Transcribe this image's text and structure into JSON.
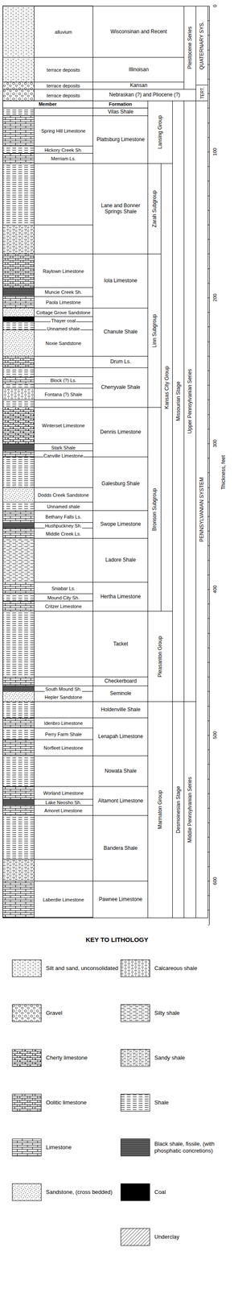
{
  "diagram": {
    "nodes": [
      {
        "text": [
          "Wisconsinan and Recent"
        ]
      },
      {
        "text": [
          "Illinoisan"
        ]
      },
      {
        "text": [
          "Kansan"
        ]
      },
      {
        "text": [
          "Nebraskan (?) and Pliocene (?)"
        ]
      },
      {
        "text": [
          "Vilas Shale"
        ]
      },
      {
        "text": [
          "Plattsburg Limestone"
        ]
      },
      {
        "text": [
          "Lane and Bonner Springs Shale"
        ]
      },
      {
        "text": [
          "Iola Limestone"
        ]
      },
      {
        "text": [
          "Chanute Shale"
        ]
      },
      {
        "text": [
          "Drum Ls."
        ]
      },
      {
        "text": [
          "Cherryvale Shale"
        ]
      },
      {
        "text": [
          "Dennis Limestone"
        ]
      },
      {
        "text": [
          "Galesburg Shale"
        ]
      },
      {
        "text": [
          "Swope Limestone"
        ]
      },
      {
        "text": [
          "Ladore Shale"
        ]
      },
      {
        "text": [
          "Hertha Limestone"
        ]
      },
      {
        "text": [
          "Tacket"
        ]
      },
      {
        "text": [
          "Checkerboard"
        ]
      },
      {
        "text": [
          "Seminole"
        ]
      },
      {
        "text": [
          "Holdenville Shale"
        ]
      },
      {
        "text": [
          "Lenapah Limestone"
        ]
      },
      {
        "text": [
          "Nowata Shale"
        ]
      },
      {
        "text": [
          "Altamont Limestone"
        ]
      },
      {
        "text": [
          "Bandera Shale"
        ]
      },
      {
        "text": [
          "Pawnee Limestone"
        ]
      },
      {
        "text": [
          "Lansing Group"
        ]
      },
      {
        "text": [
          "Zarah Subgroup"
        ]
      },
      {
        "text": [
          "Linn Subgroup"
        ]
      },
      {
        "text": [
          "Bronson Subgroup"
        ]
      },
      {
        "text": [
          "Kansas City Group"
        ]
      },
      {
        "text": [
          "Pleasanton Group"
        ]
      },
      {
        "text": [
          "Marmaton Group"
        ]
      },
      {
        "text": [
          "Missourian Stage"
        ]
      },
      {
        "text": [
          "Desmoinesian Stage"
        ]
      },
      {
        "text": [
          "Pleistocene Series"
        ]
      },
      {
        "text": [
          "Upper Pennsylvanian Series"
        ]
      },
      {
        "text": [
          "Middle Pennsylvanian Series"
        ]
      },
      {
        "text": [
          "QUATERNARY SYS."
        ]
      },
      {
        "text": [
          "TERT."
        ]
      },
      {
        "text": [
          "PENNSYLVANIAN SYSTEM"
        ]
      }
    ],
    "labels": [
      "Member",
      "Formation",
      "alluvium",
      "terrace deposits",
      "terrace deposits",
      "terrace deposits",
      "Spring Hill Limestone",
      "Hickory Creek Sh.",
      "Merriam Ls.",
      "Raytown Limestone",
      "Muncie Creek Sh.",
      "Paola Limestone",
      "Cottage Grove Sandstone",
      "Thayer coal",
      "Unnamed shale",
      "Noxie Sandstone",
      "Block (?) Ls.",
      "Fontana (?) Shale",
      "Winterset Limestone",
      "Stark Shale",
      "Canville Limestone",
      "Dodds Creek Sandstone",
      "Unnamed shale",
      "Bethany Falls Ls.",
      "Hushpuckney Sh.",
      "Middle Creek Ls.",
      "Sniabar Ls.",
      "Mound City Sh.",
      "Critzer Limestone",
      "South Mound Sh.",
      "Hepler Sandstone",
      "Idenbro Limestone",
      "Perry Farm Shale",
      "Norfleet Limestone",
      "Worland Limestone",
      "Lake Neosho Sh.",
      "Amoret Limestone",
      "Laberdie Limestone",
      "0",
      "100",
      "200",
      "300",
      "400",
      "500",
      "600",
      "Thickness, feet",
      "KEY TO LITHOLOGY"
    ],
    "legend": [
      {
        "text": "Silt and sand, unconsolidated"
      },
      {
        "text": "Gravel"
      },
      {
        "text": "Cherty limestone"
      },
      {
        "text": "Oolitic limestone"
      },
      {
        "text": "Limestone"
      },
      {
        "text": "Sandstone, (cross bedded)"
      },
      {
        "text": "Calcareous shale"
      },
      {
        "text": "Silty shale"
      },
      {
        "text": "Sandy shale"
      },
      {
        "text": "Shale"
      },
      {
        "text": "Black shale, fissile, (with phosphatic concretions)"
      },
      {
        "text": "Coal"
      },
      {
        "text": "Underclay"
      }
    ]
  }
}
